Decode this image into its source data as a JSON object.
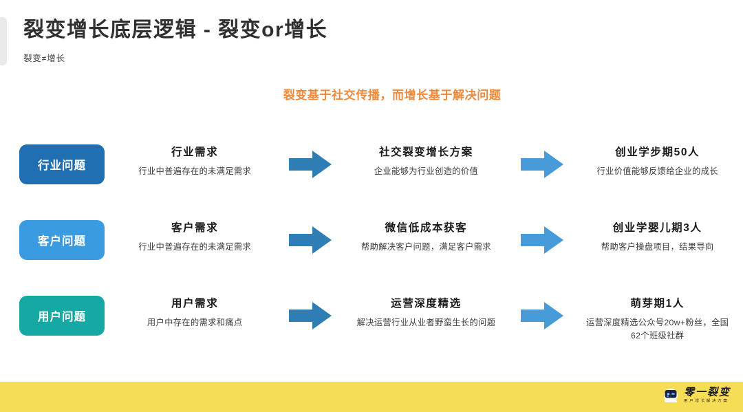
{
  "header": {
    "title": "裂变增长底层逻辑 - 裂变or增长",
    "subtitle": "裂变≠增长"
  },
  "banner": {
    "text": "裂变基于社交传播，而增长基于解决问题",
    "color": "#ef8a3c"
  },
  "colors": {
    "badge_industry": "#1f6fb2",
    "badge_customer": "#3a9be0",
    "badge_user": "#16a9a3",
    "arrow_left": "#2e7eb5",
    "arrow_right": "#479bd8",
    "footer": "#f5de55",
    "edge_accent": "#e9eaec"
  },
  "rows": [
    {
      "badge": {
        "label": "行业问题",
        "color": "#1f6fb2"
      },
      "col1": {
        "title": "行业需求",
        "desc": "行业中普遍存在的未满足需求"
      },
      "arrow1": "arrow-right-icon",
      "col2": {
        "title": "社交裂变增长方案",
        "desc": "企业能够为行业创造的价值"
      },
      "arrow2": "arrow-right-icon",
      "col3": {
        "title": "创业学步期50人",
        "desc": "行业价值能够反馈给企业的成长"
      }
    },
    {
      "badge": {
        "label": "客户问题",
        "color": "#3a9be0"
      },
      "col1": {
        "title": "客户需求",
        "desc": "行业中普遍存在的未满足需求"
      },
      "arrow1": "arrow-right-icon",
      "col2": {
        "title": "微信低成本获客",
        "desc": "帮助解决客户问题，满足客户需求"
      },
      "arrow2": "arrow-right-icon",
      "col3": {
        "title": "创业学婴儿期3人",
        "desc": "帮助客户操盘项目，结果导向"
      }
    },
    {
      "badge": {
        "label": "用户问题",
        "color": "#16a9a3"
      },
      "col1": {
        "title": "用户需求",
        "desc": "用户中存在的需求和痛点"
      },
      "arrow1": "arrow-right-icon",
      "col2": {
        "title": "运营深度精选",
        "desc": "解决运营行业从业者野蛮生长的问题"
      },
      "arrow2": "arrow-right-icon",
      "col3": {
        "title": "萌芽期1人",
        "desc": "运营深度精选公众号20w+粉丝，全国62个班级社群"
      }
    }
  ],
  "footer": {
    "logo_name": "零一裂变",
    "logo_tagline": "用户增长解决方案",
    "logo_icon": "robot-icon"
  }
}
